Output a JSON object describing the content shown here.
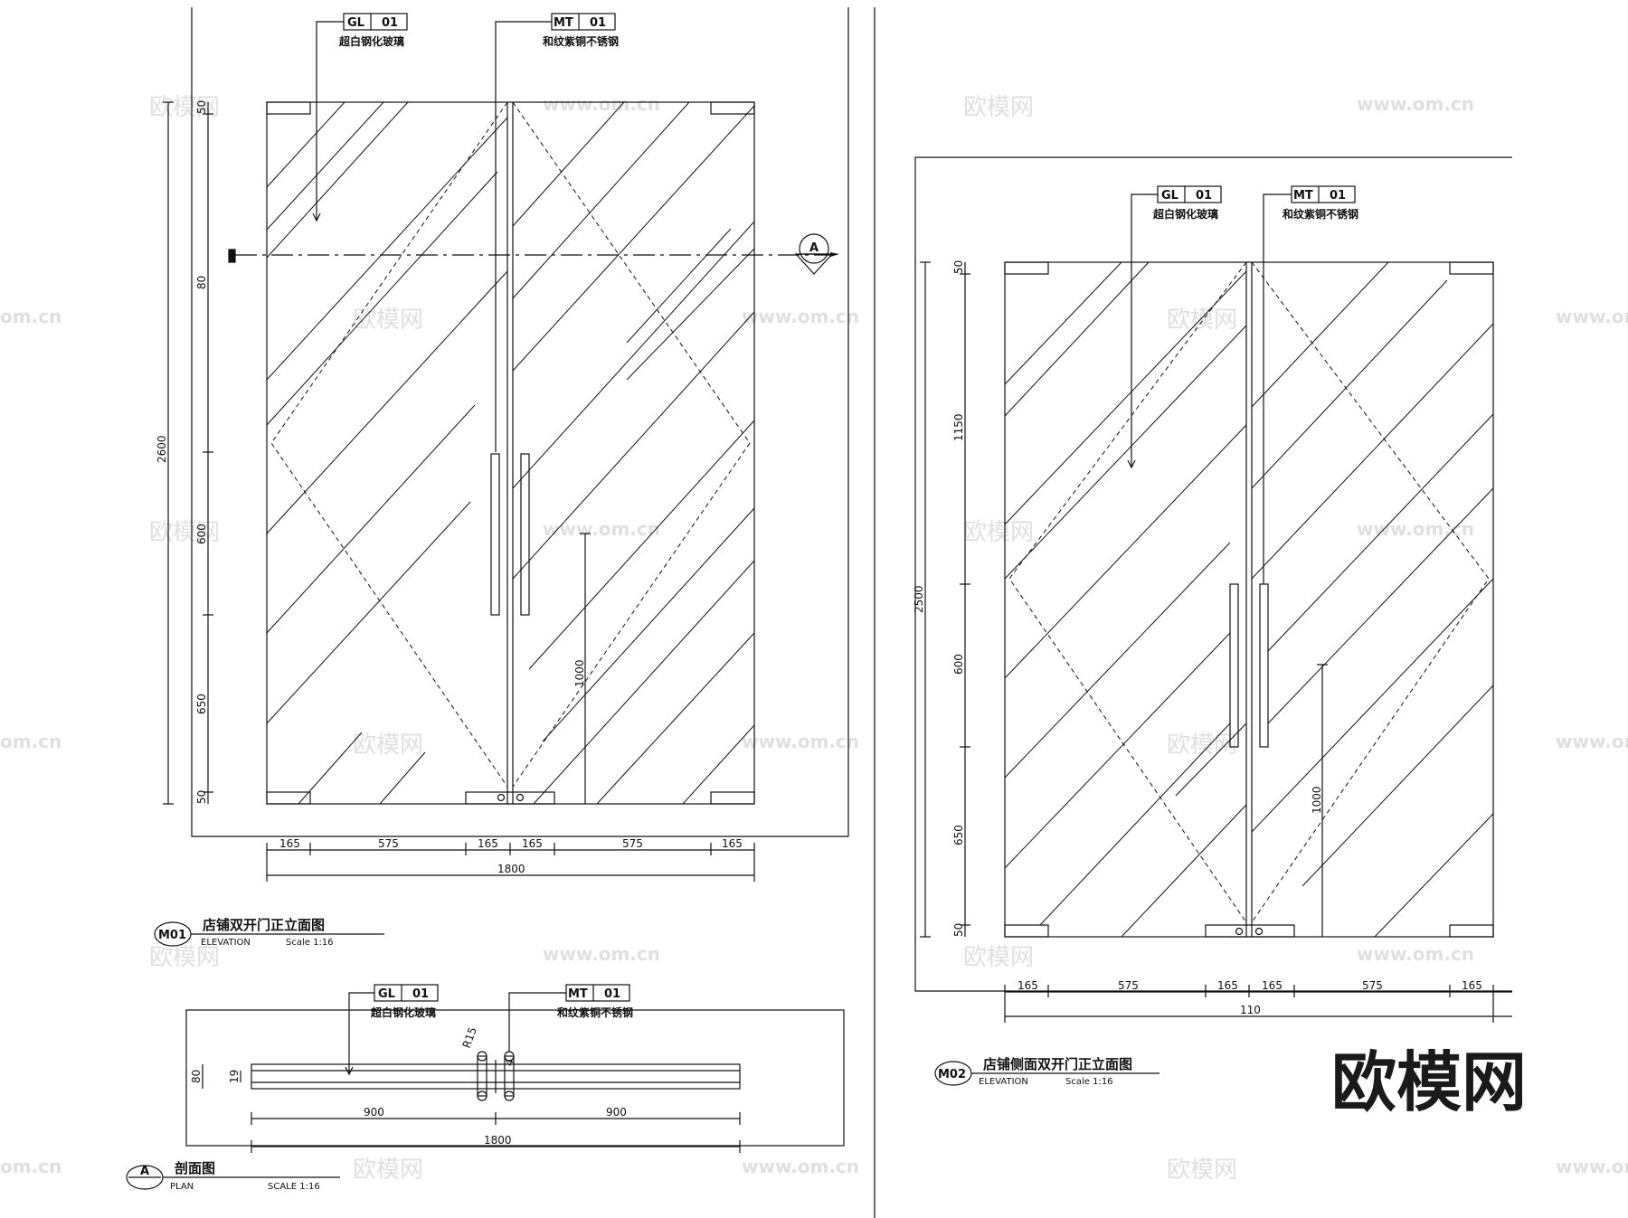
{
  "materials": {
    "glass": {
      "code": "GL",
      "num": "01",
      "name": "超白钢化玻璃"
    },
    "metal": {
      "code": "MT",
      "num": "01",
      "name": "和纹紫铜不锈钢"
    }
  },
  "section_marker": {
    "letter": "A"
  },
  "m01": {
    "badge": "M01",
    "title": "店铺双开门正立面图",
    "sub": "ELEVATION",
    "scale": "Scale 1:16",
    "dims_bottom": [
      "165",
      "575",
      "165",
      "165",
      "575",
      "165"
    ],
    "total_width": "1800",
    "height_total": "2600",
    "height_parts": [
      "50",
      "80",
      "600",
      "650",
      "50"
    ],
    "handle_height": "1000"
  },
  "m02": {
    "badge": "M02",
    "title": "店铺侧面双开门正立面图",
    "sub": "ELEVATION",
    "scale": "Scale 1:16",
    "dims_bottom": [
      "165",
      "575",
      "165",
      "165",
      "575",
      "165"
    ],
    "total_width": "110",
    "height_total": "2500",
    "height_parts": [
      "50",
      "1150",
      "600",
      "650",
      "50"
    ],
    "handle_height": "1000"
  },
  "plan": {
    "badge": "A",
    "title": "剖面图",
    "sub": "PLAN",
    "scale": "SCALE  1:16",
    "dims": [
      "900",
      "900"
    ],
    "total": "1800",
    "thick_outer": "80",
    "thick_inner": "19",
    "radius": "R15",
    "dia": "4"
  },
  "watermarks": {
    "cn": "欧模网",
    "url": "www.om.cn",
    "url_short": "om.cn"
  },
  "brand": "欧模网"
}
